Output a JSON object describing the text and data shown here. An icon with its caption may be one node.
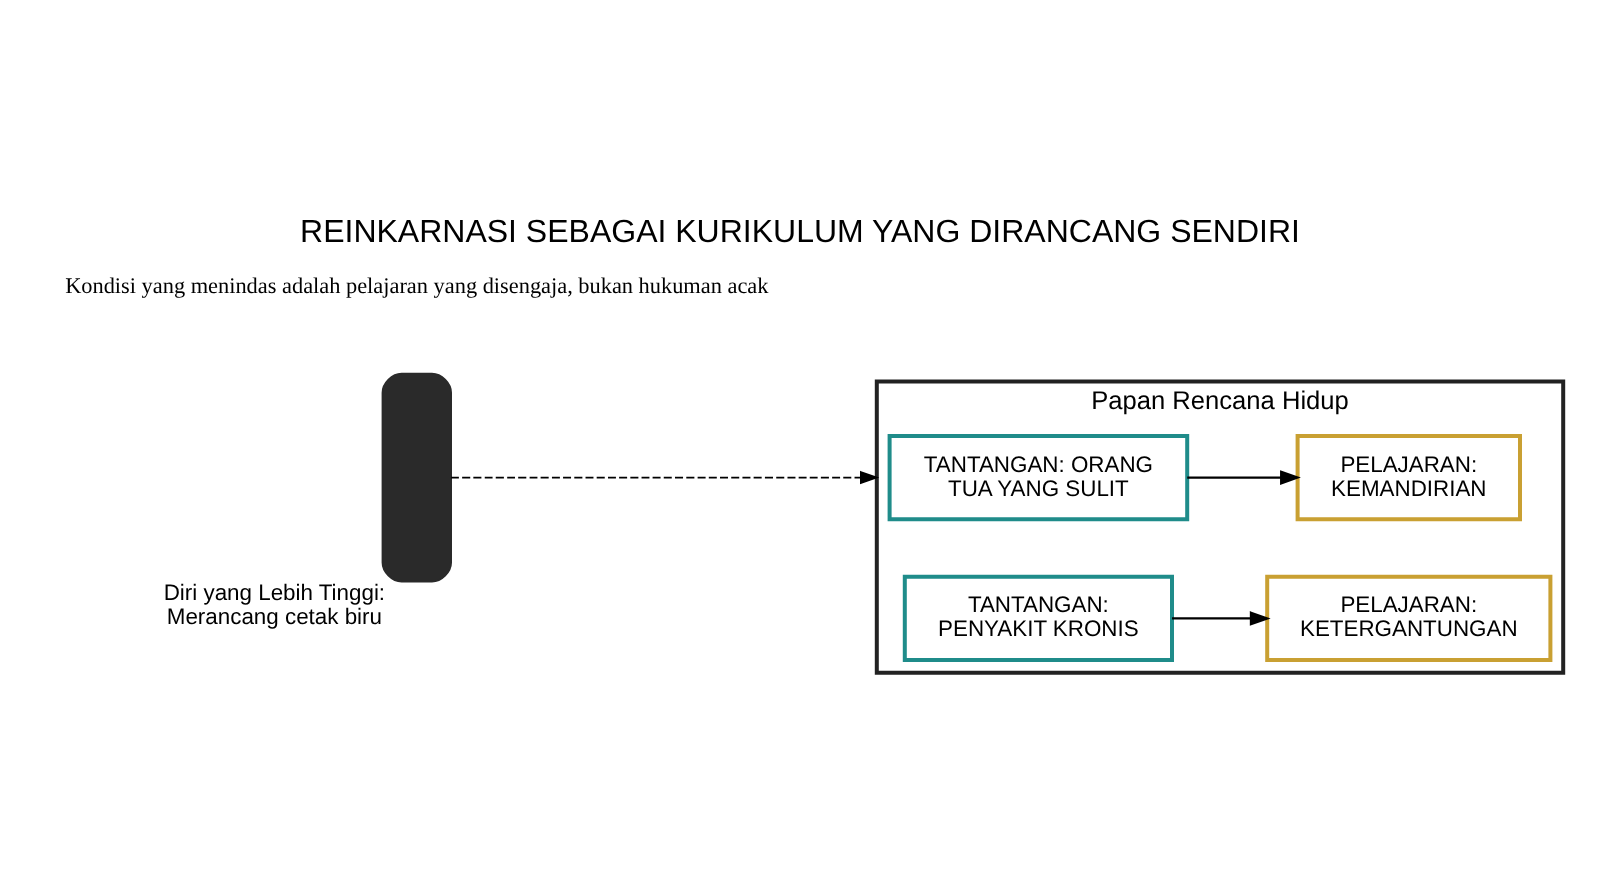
{
  "diagram": {
    "title": "REINKARNASI SEBAGAI KURIKULUM YANG DIRANCANG SENDIRI",
    "caption": "Kondisi yang menindas adalah pelajaran yang disengaja, bukan hukuman acak",
    "nodes": [
      {
        "text": [],
        "shape": "person",
        "beside": [
          "Diri yang Lebih Tinggi: Merancang cetak biru"
        ]
      },
      {
        "text": [
          "Papan Rencana Hidup"
        ]
      },
      {
        "text": [
          "TANTANGAN: ORANG TUA YANG SULIT"
        ],
        "in": 1
      },
      {
        "text": [
          "PELAJARAN: KEMANDIRIAN"
        ],
        "in": 1
      },
      {
        "text": [
          "TANTANGAN: PENYAKIT KRONIS"
        ],
        "in": 1
      },
      {
        "text": [
          "PELAJARAN: KETERGANTUNGAN"
        ],
        "in": 1
      }
    ],
    "edges": [
      {
        "from": 0,
        "to": 1,
        "arrow": "to",
        "style": "dashed"
      },
      {
        "from": 2,
        "to": 3,
        "arrow": "to"
      },
      {
        "from": 4,
        "to": 5,
        "arrow": "to"
      }
    ]
  }
}
